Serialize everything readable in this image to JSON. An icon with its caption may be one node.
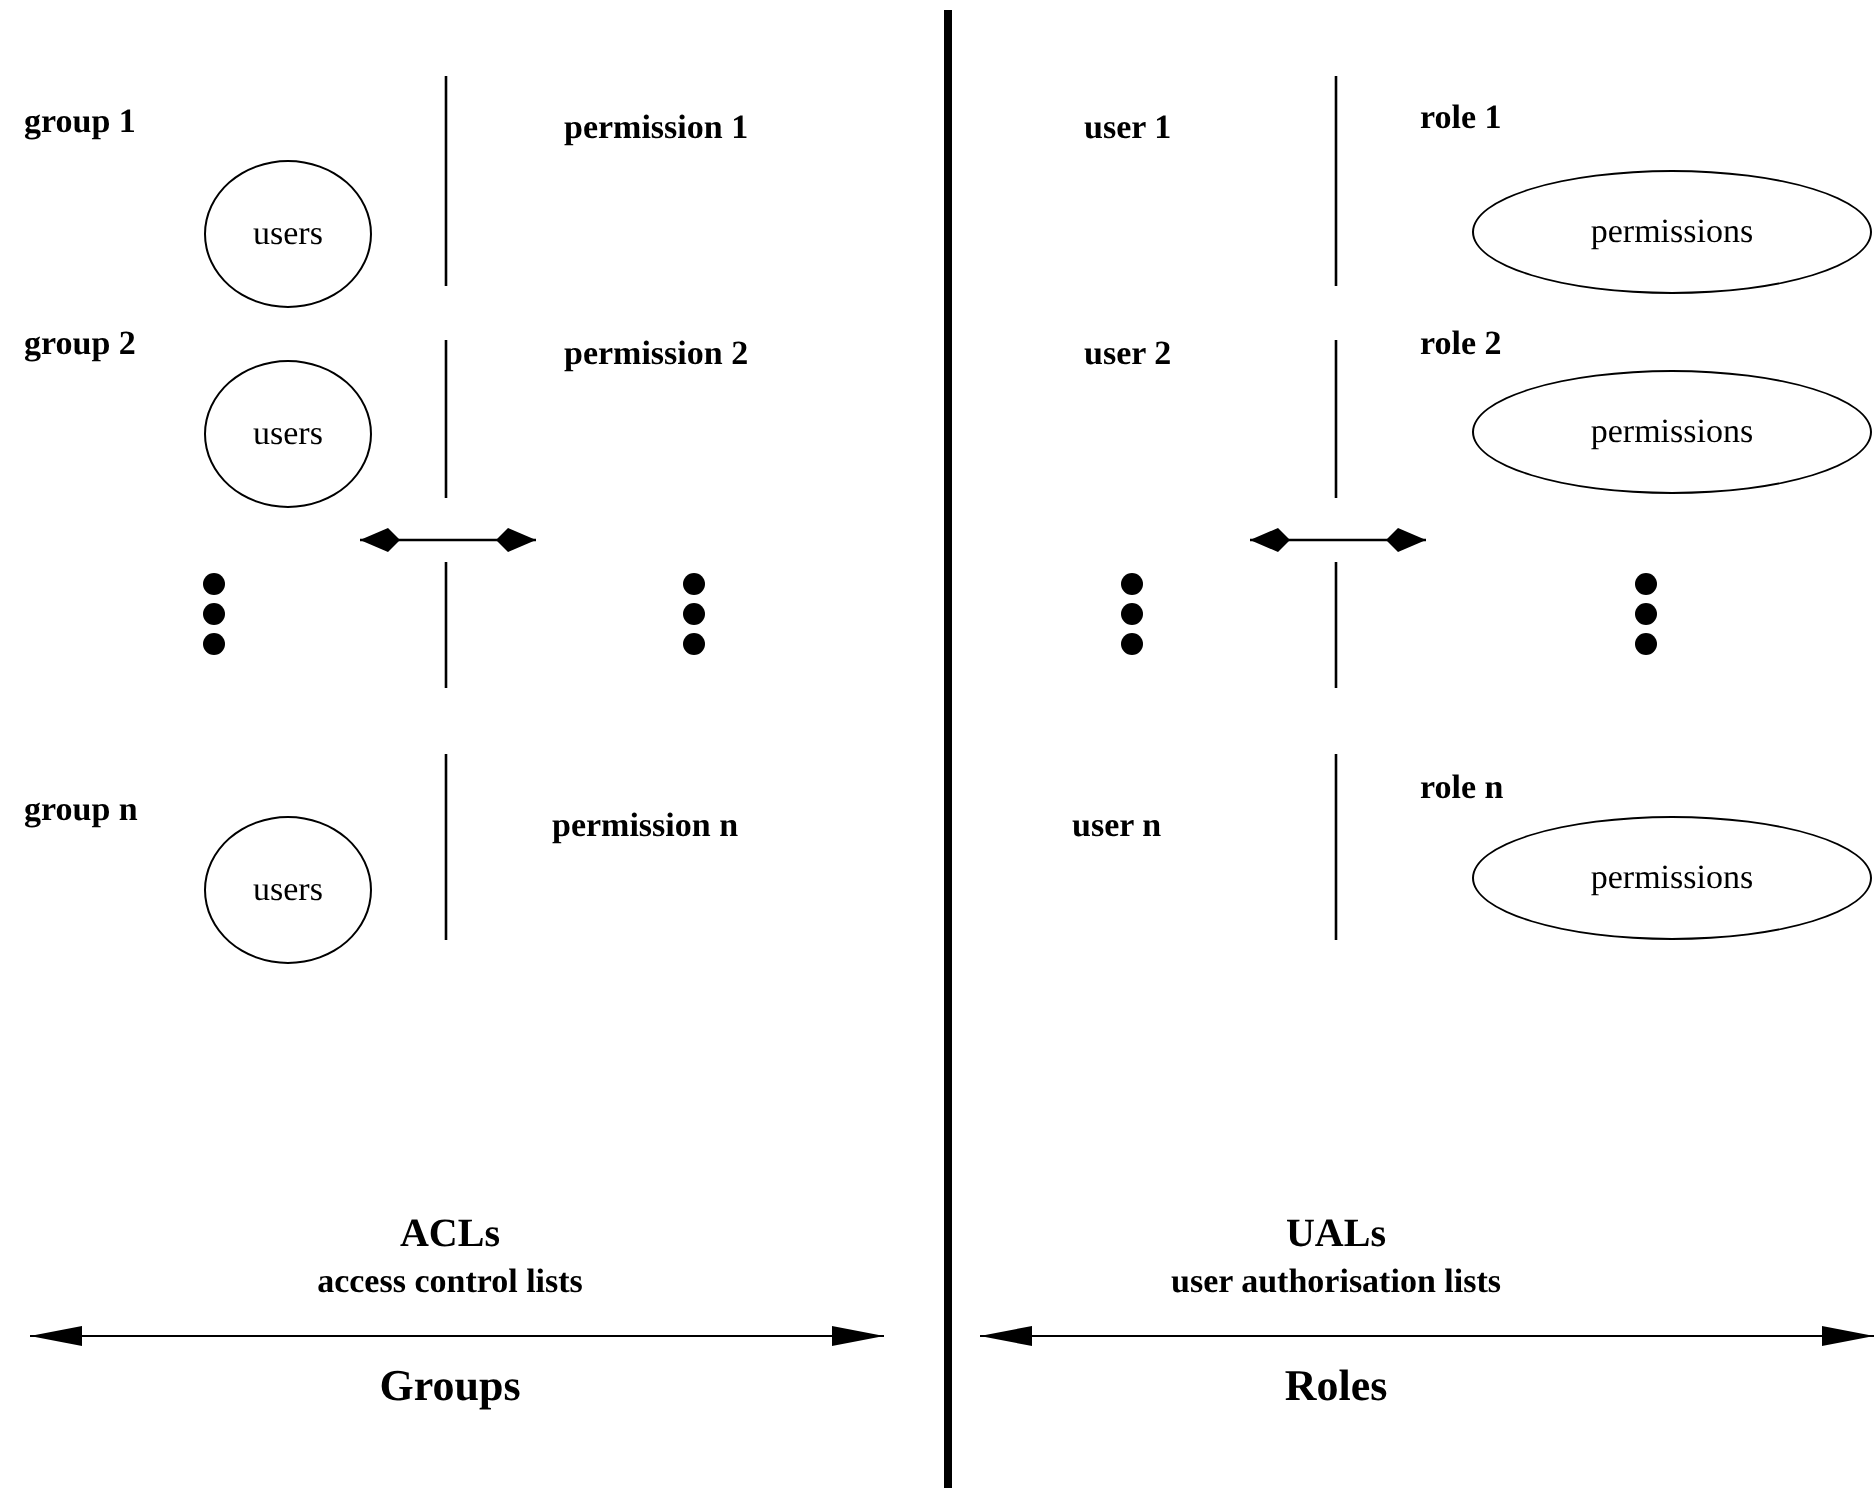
{
  "diagram": {
    "nodes": [
      {
        "text": [
          "group 1",
          "users"
        ]
      },
      {
        "text": [
          "group 2",
          "users"
        ]
      },
      {
        "text": [
          "group n",
          "users"
        ]
      },
      {
        "text": [
          "role 1",
          "permissions"
        ]
      },
      {
        "text": [
          "role 2",
          "permissions"
        ]
      },
      {
        "text": [
          "role n",
          "permissions"
        ]
      }
    ],
    "labels": [
      "permission 1",
      "permission 2",
      "permission n",
      "ACLs",
      "access control lists",
      "Groups",
      "user 1",
      "user 2",
      "user n",
      "UALs",
      "user authorisation lists",
      "Roles"
    ]
  }
}
